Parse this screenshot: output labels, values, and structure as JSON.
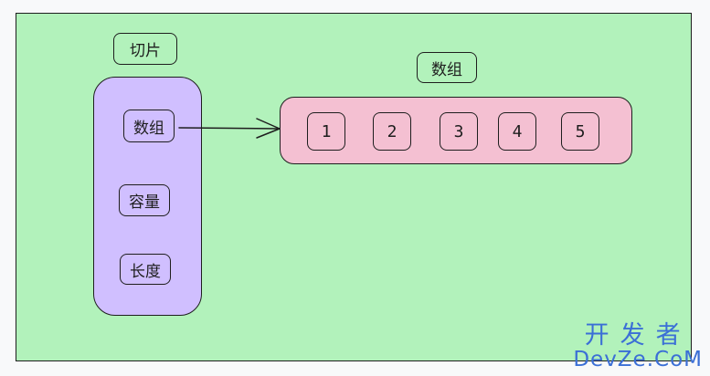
{
  "slice": {
    "title": "切片",
    "fields": [
      "数组",
      "容量",
      "长度"
    ]
  },
  "array": {
    "title": "数组",
    "cells": [
      "1",
      "2",
      "3",
      "4",
      "5"
    ]
  },
  "colors": {
    "background": "#b2f2bb",
    "slice_fill": "#d0bfff",
    "array_fill": "#f4c0d2",
    "stroke": "#1e1e1e"
  },
  "watermark": {
    "cn": "开发者",
    "en": "DevZe.CoM"
  }
}
